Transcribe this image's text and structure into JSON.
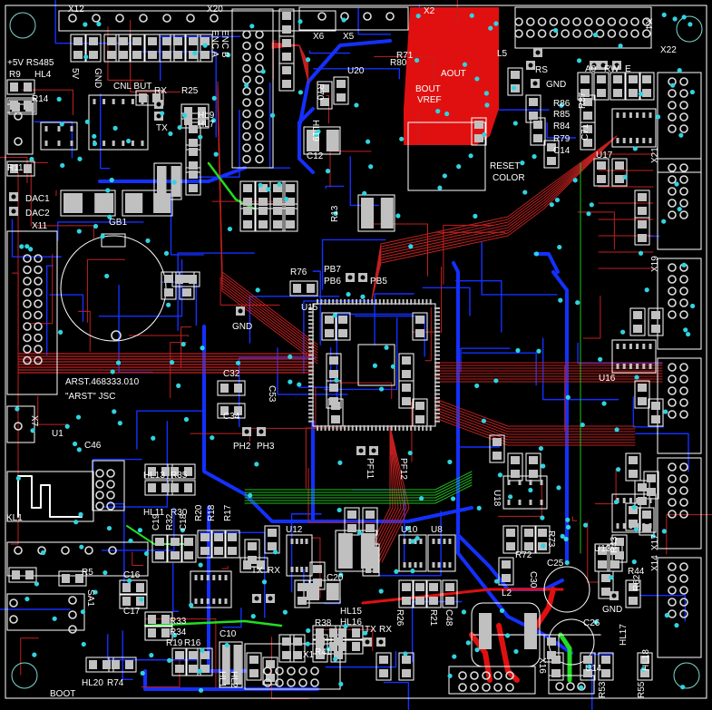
{
  "board": {
    "title_line1": "ARST.468333.010",
    "title_line2": "\"ARST\" JSC",
    "colors": {
      "background": "#000000",
      "outline": "#7fd8d0",
      "top_copper": "#e01010",
      "bottom_copper": "#1430ff",
      "inner_trace": "#22dd22",
      "silkscreen": "#ffffff",
      "pad": "#c0c0c0",
      "via": "#2fd4e0"
    }
  },
  "labels": {
    "x12": "X12",
    "x20": "X20",
    "x6": "X6",
    "x5": "X5",
    "x2": "X2",
    "x4": "X4",
    "x22": "X22",
    "rs485": "+5V RS485",
    "r9": "R9",
    "hl4": "HL4",
    "r14": "R14",
    "r11": "R11",
    "dac1": "DAC1",
    "dac2": "DAC2",
    "x11": "X11",
    "gb1": "GB1",
    "cnl_but": "CNL  BUT",
    "rx1": "RX",
    "tx1": "TX",
    "r25": "R25",
    "hl9": "HL9",
    "hl7": "HL7",
    "enc_b": "ENC B",
    "enc_a": "ENC A",
    "svv": "5V",
    "gnd_top": "GND",
    "aout": "AOUT",
    "bout": "BOUT",
    "vref": "VREF",
    "l5": "L5",
    "rs": "RS",
    "gnd_lcd": "GND",
    "a0": "A0",
    "rw": "RW",
    "e": "E",
    "r86": "R86",
    "r85": "R85",
    "r84": "R84",
    "r79": "R79",
    "c14": "C14",
    "reset": "RESET",
    "color": "COLOR",
    "r87": "R87",
    "c71": "C71",
    "u17": "U17",
    "x21": "X21",
    "x19": "X19",
    "x17": "X17",
    "x14": "X14",
    "u20": "U20",
    "hl19": "HL19",
    "r70": "R70",
    "r71": "R71",
    "r80": "R80",
    "c12": "C12",
    "r13": "R13",
    "pb7": "PB7",
    "pb6": "PB6",
    "pb5": "PB5",
    "r76": "R76",
    "gnd_mid": "GND",
    "u15": "U15",
    "c32": "C32",
    "c34": "C34",
    "c53": "C53",
    "ph2": "PH2",
    "ph3": "PH3",
    "pf11": "PF11",
    "pf12": "PF12",
    "u1": "U1",
    "c46": "C46",
    "x7": "X7",
    "kl1": "KL1",
    "hl13": "HL13",
    "r35": "R35",
    "hl11": "HL11",
    "r30": "R30",
    "r20": "R20",
    "r18": "R18",
    "r17": "R17",
    "c19": "C19",
    "r32": "R32",
    "c18": "C18",
    "c16": "C16",
    "c17": "C17",
    "r33": "R33",
    "r34": "R34",
    "r19": "R19",
    "r16": "R16",
    "r5": "R5",
    "sa1": "SA1",
    "hl20": "HL20",
    "r74": "R74",
    "boot": "BOOT",
    "tx2": "TX",
    "rx2": "RX",
    "u12": "U12",
    "c20": "C20",
    "c10": "C10",
    "hl15": "HL15",
    "hl16": "HL16",
    "r38": "R38",
    "r41": "R41",
    "x1": "X1",
    "u10": "U10",
    "u8": "U8",
    "r26": "R26",
    "r21": "R21",
    "c48": "C48",
    "tx3": "TX",
    "rx3": "RX",
    "u18": "U18",
    "r72": "R72",
    "r73": "R73",
    "c30": "C30",
    "l2": "L2",
    "c25": "C25",
    "c26": "C26",
    "gnd_bot": "GND",
    "x16": "X16",
    "u14": "U14",
    "hl17": "HL17",
    "hl18": "HL18",
    "r53": "R53",
    "r55": "R55",
    "u13": "U13",
    "r43": "R43",
    "r44": "R44",
    "r62": "R62",
    "u16": "U16",
    "hl1": "HL1",
    "hl2": "HL2"
  }
}
